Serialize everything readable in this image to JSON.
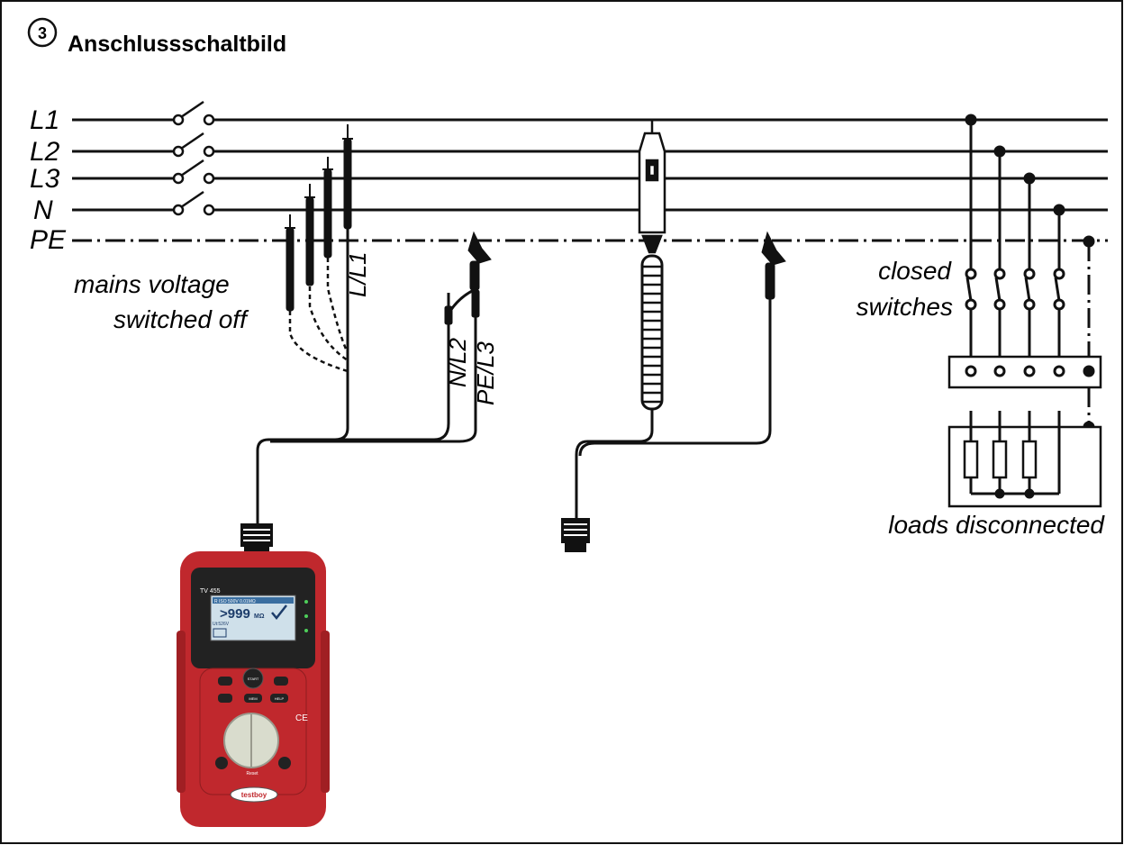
{
  "header": {
    "step_number": "3",
    "title": "Anschlussschaltbild"
  },
  "lines": {
    "l1": "L1",
    "l2": "L2",
    "l3": "L3",
    "n": "N",
    "pe": "PE"
  },
  "labels": {
    "mains_line1": "mains voltage",
    "mains_line2": "switched off",
    "probe_l1": "L/L1",
    "probe_nl2": "N/L2",
    "probe_pel3": "PE/L3",
    "closed_line1": "closed",
    "closed_line2": "switches",
    "loads": "loads disconnected"
  },
  "device": {
    "model": "TV 455",
    "display_row1": "R ISO    500V  0.01MΩ",
    "display_value": ">999",
    "display_unit": "MΩ",
    "display_row3": "Ut:526V",
    "btn_menu": "MEM",
    "btn_help": "HELP",
    "btn_start": "START",
    "reset_label": "Reset",
    "brand": "testboy"
  },
  "colors": {
    "line": "#111111",
    "device_red": "#c0282d",
    "device_dark": "#222222",
    "screen": "#cfe0ea",
    "wheel": "#d9dccd"
  }
}
